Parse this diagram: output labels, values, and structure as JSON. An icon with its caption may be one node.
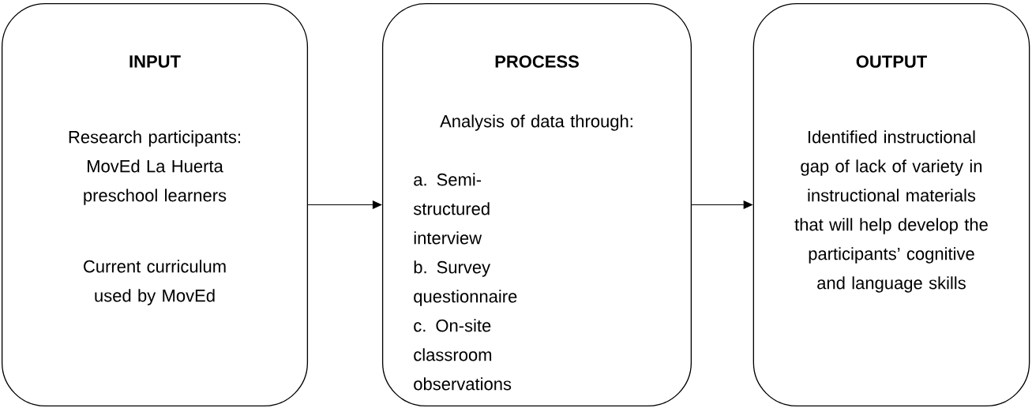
{
  "diagram": {
    "nodes": [
      {
        "text": [
          "INPUT",
          "Research participants: MovEd La Huerta preschool learners",
          "Current curriculum used by MovEd"
        ]
      },
      {
        "text": [
          "PROCESS",
          "Analysis of data through:",
          "a. Semi-structured interview",
          "b. Survey questionnaire",
          "c. On-site classroom observations"
        ]
      },
      {
        "text": [
          "OUTPUT",
          "Identified instructional gap of lack of variety in instructional materials that will help develop the participants’ cognitive and language skills"
        ]
      }
    ],
    "edges": [
      {
        "from": 0,
        "to": 1,
        "arrow": "to"
      },
      {
        "from": 1,
        "to": 2,
        "arrow": "to"
      }
    ]
  }
}
